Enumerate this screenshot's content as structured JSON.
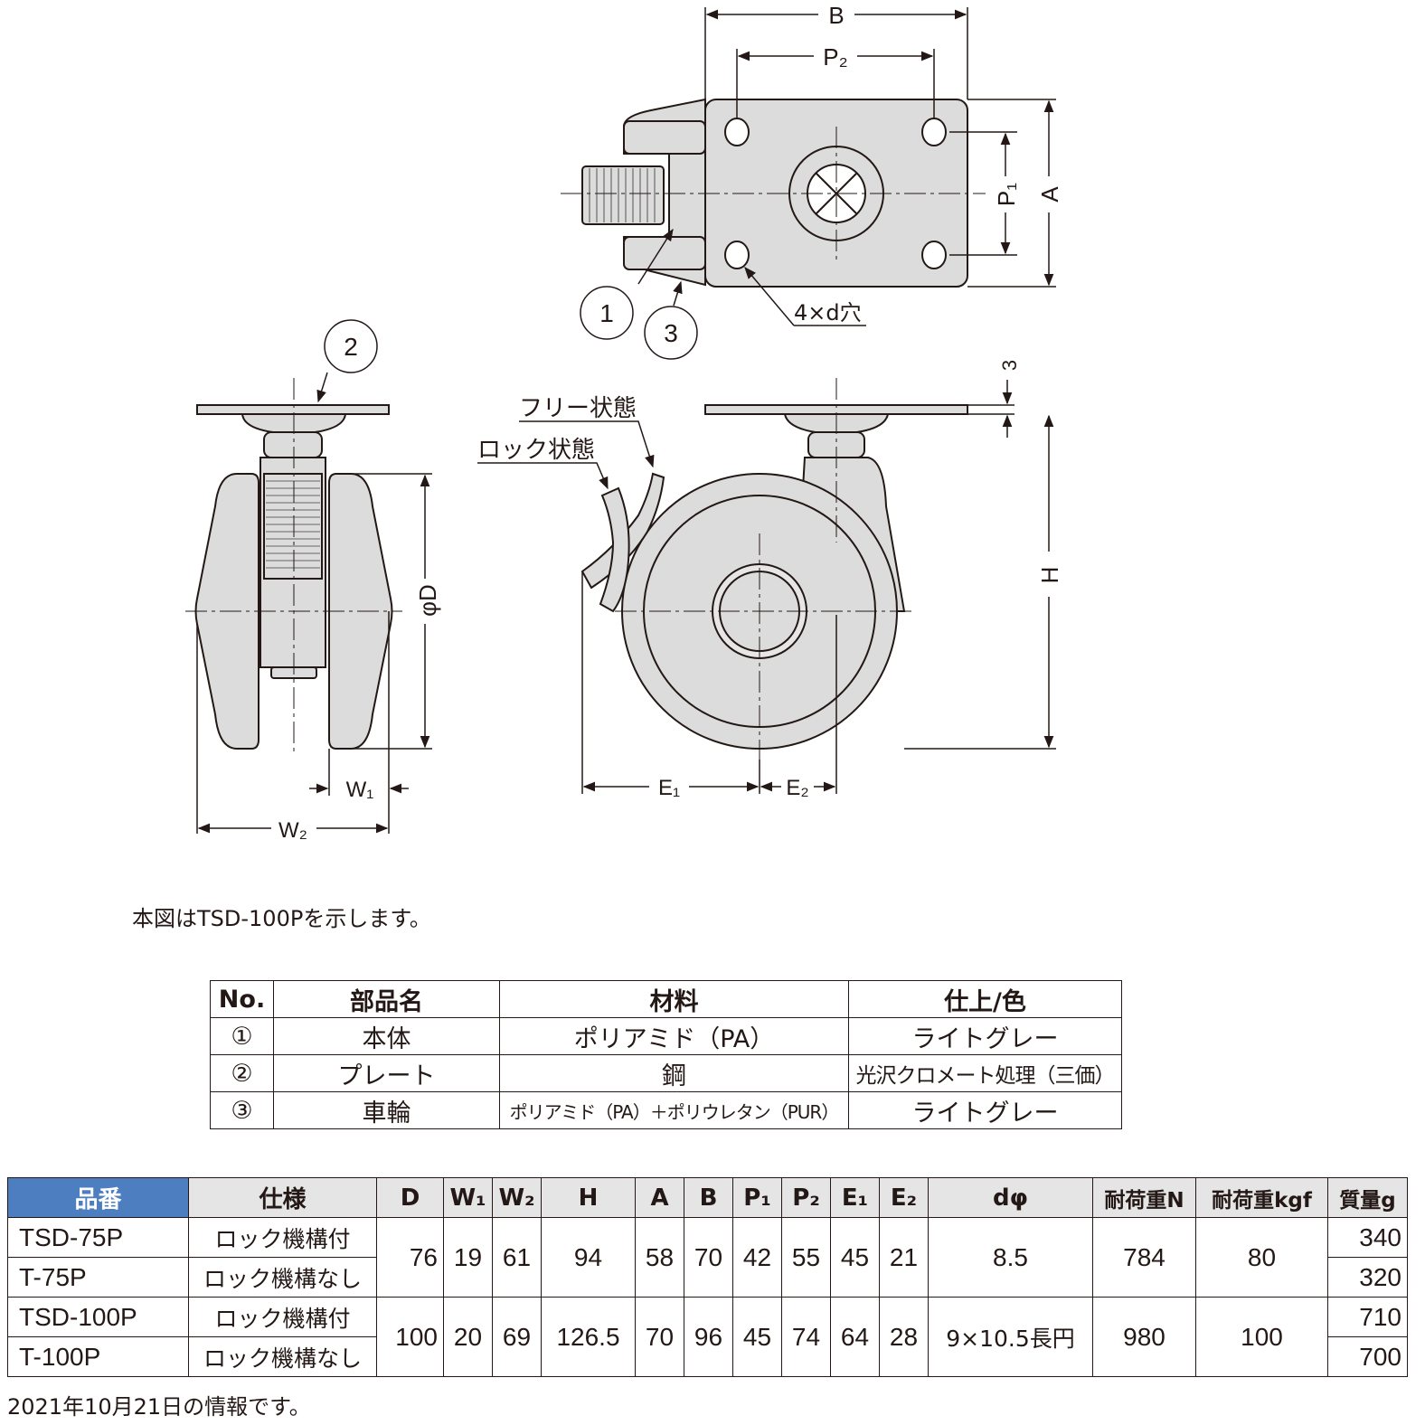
{
  "labels": {
    "B": "B",
    "P2": "P₂",
    "P1": "P₁",
    "A": "A",
    "callout1": "1",
    "callout2": "2",
    "callout3": "3",
    "hole": "4×d穴",
    "free_state": "フリー状態",
    "lock_state": "ロック状態",
    "dim3": "3",
    "H": "H",
    "phiD": "φD",
    "W1": "W₁",
    "W2": "W₂",
    "E1": "E₁",
    "E2": "E₂"
  },
  "caption": "本図はTSD-100Pを示します。",
  "parts_table": {
    "headers": [
      "No.",
      "部品名",
      "材料",
      "仕上/色"
    ],
    "rows": [
      {
        "no": "①",
        "name": "本体",
        "material": "ポリアミド（PA）",
        "finish": "ライトグレー"
      },
      {
        "no": "②",
        "name": "プレート",
        "material": "鋼",
        "finish": "光沢クロメート処理（三価）"
      },
      {
        "no": "③",
        "name": "車輪",
        "material": "ポリアミド（PA）＋ポリウレタン（PUR）",
        "finish": "ライトグレー"
      }
    ]
  },
  "spec_table": {
    "headers": [
      "品番",
      "仕様",
      "D",
      "W₁",
      "W₂",
      "H",
      "A",
      "B",
      "P₁",
      "P₂",
      "E₁",
      "E₂",
      "dφ",
      "耐荷重N",
      "耐荷重kgf",
      "質量g"
    ],
    "groups": [
      {
        "D": "76",
        "W1": "19",
        "W2": "61",
        "H": "94",
        "A": "58",
        "B": "70",
        "P1": "42",
        "P2": "55",
        "E1": "45",
        "E2": "21",
        "d": "8.5",
        "loadN": "784",
        "loadKgf": "80",
        "rows": [
          {
            "part": "TSD-75P",
            "spec": "ロック機構付",
            "mass": "340"
          },
          {
            "part": "T-75P",
            "spec": "ロック機構なし",
            "mass": "320"
          }
        ]
      },
      {
        "D": "100",
        "W1": "20",
        "W2": "69",
        "H": "126.5",
        "A": "70",
        "B": "96",
        "P1": "45",
        "P2": "74",
        "E1": "64",
        "E2": "28",
        "d": "9×10.5長円",
        "loadN": "980",
        "loadKgf": "100",
        "rows": [
          {
            "part": "TSD-100P",
            "spec": "ロック機構付",
            "mass": "710"
          },
          {
            "part": "T-100P",
            "spec": "ロック機構なし",
            "mass": "700"
          }
        ]
      }
    ]
  },
  "footer": "2021年10月21日の情報です。",
  "colors": {
    "part_fill": "#dcdcdc",
    "header_highlight": "#4d7fc0",
    "header_gray": "#e5e5e5",
    "line": "#231815"
  }
}
